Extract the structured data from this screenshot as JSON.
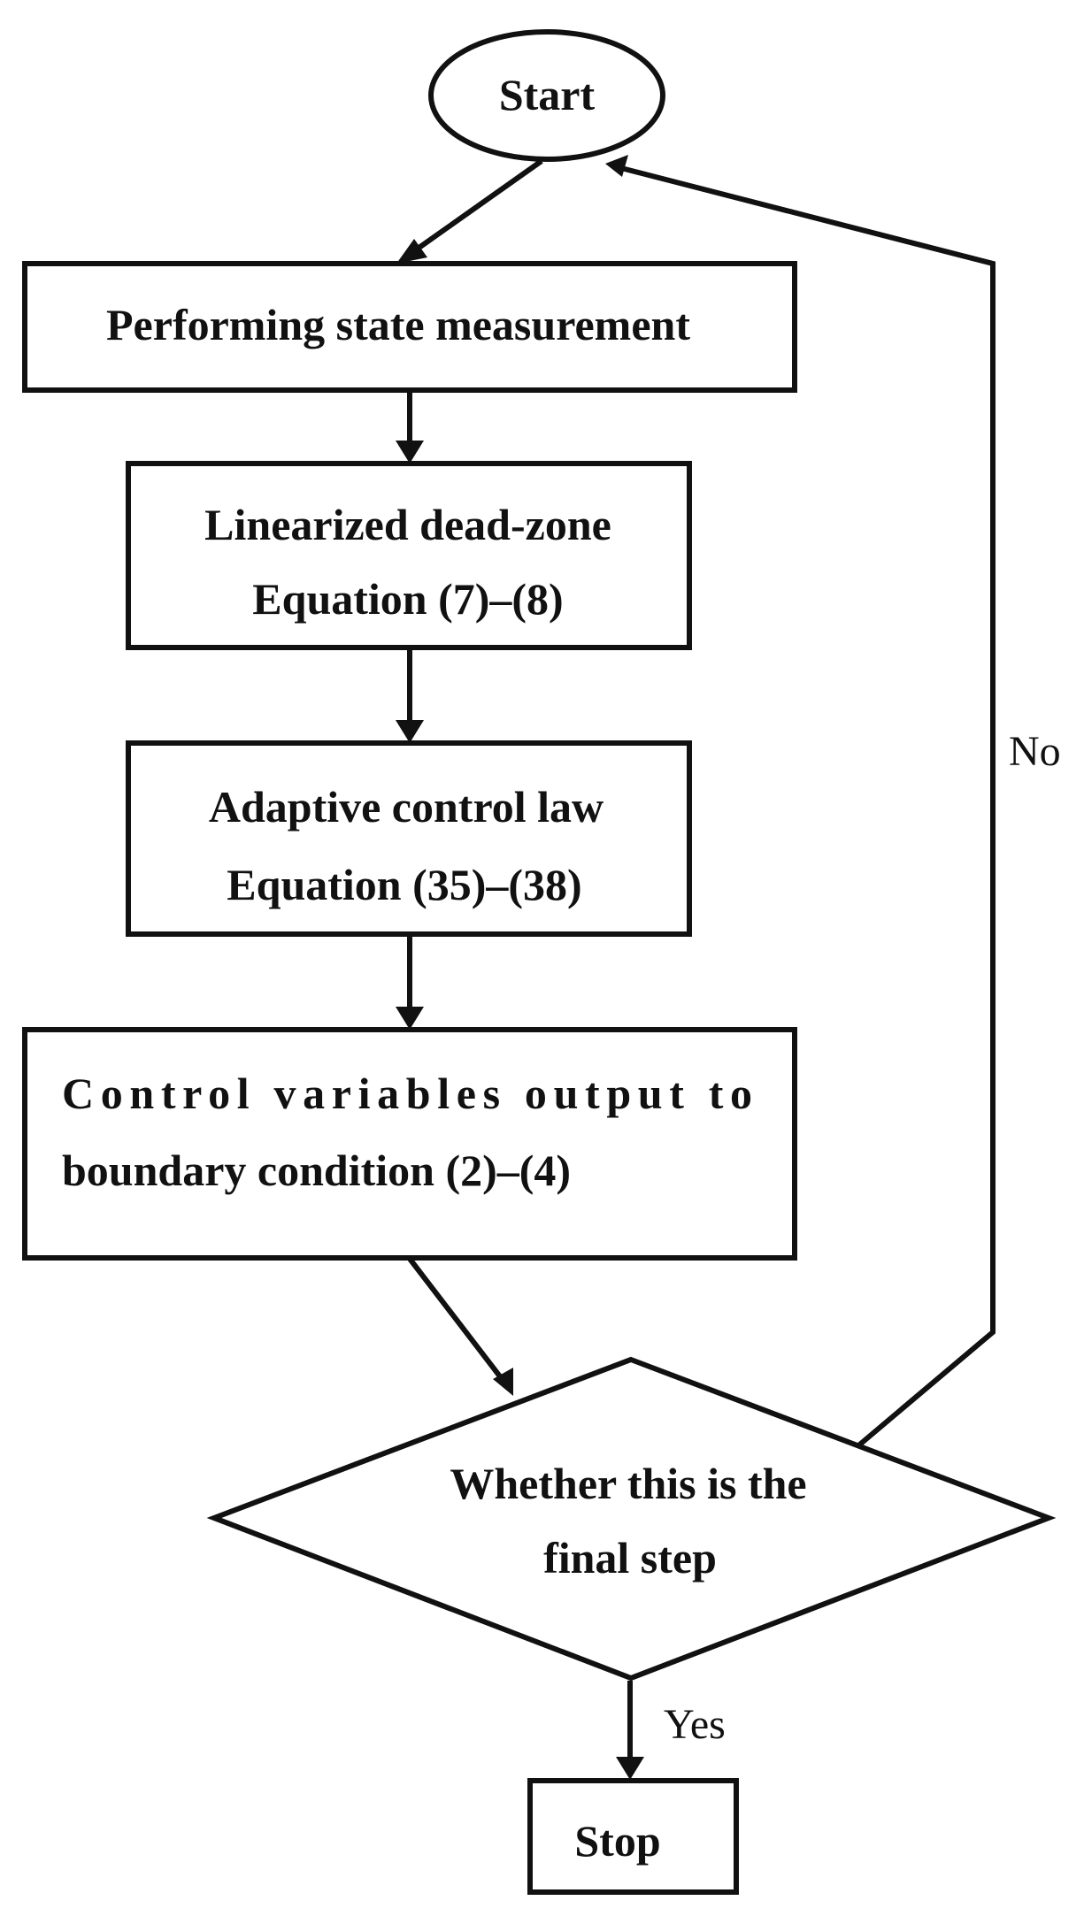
{
  "nodes": {
    "start": {
      "label": "Start"
    },
    "measure": {
      "label": "Performing state measurement"
    },
    "deadzone": {
      "line1": "Linearized dead-zone",
      "line2": "Equation (7)–(8)"
    },
    "control_law": {
      "line1": "Adaptive control law",
      "line2": "Equation (35)–(38)"
    },
    "output": {
      "line1": "Control variables output to",
      "line2": "boundary condition (2)–(4)"
    },
    "decision": {
      "line1": "Whether this is the",
      "line2": "final step"
    },
    "stop": {
      "label": "Stop"
    }
  },
  "edges": {
    "no_label": "No",
    "yes_label": "Yes"
  },
  "colors": {
    "stroke": "#111111",
    "background": "#ffffff"
  }
}
